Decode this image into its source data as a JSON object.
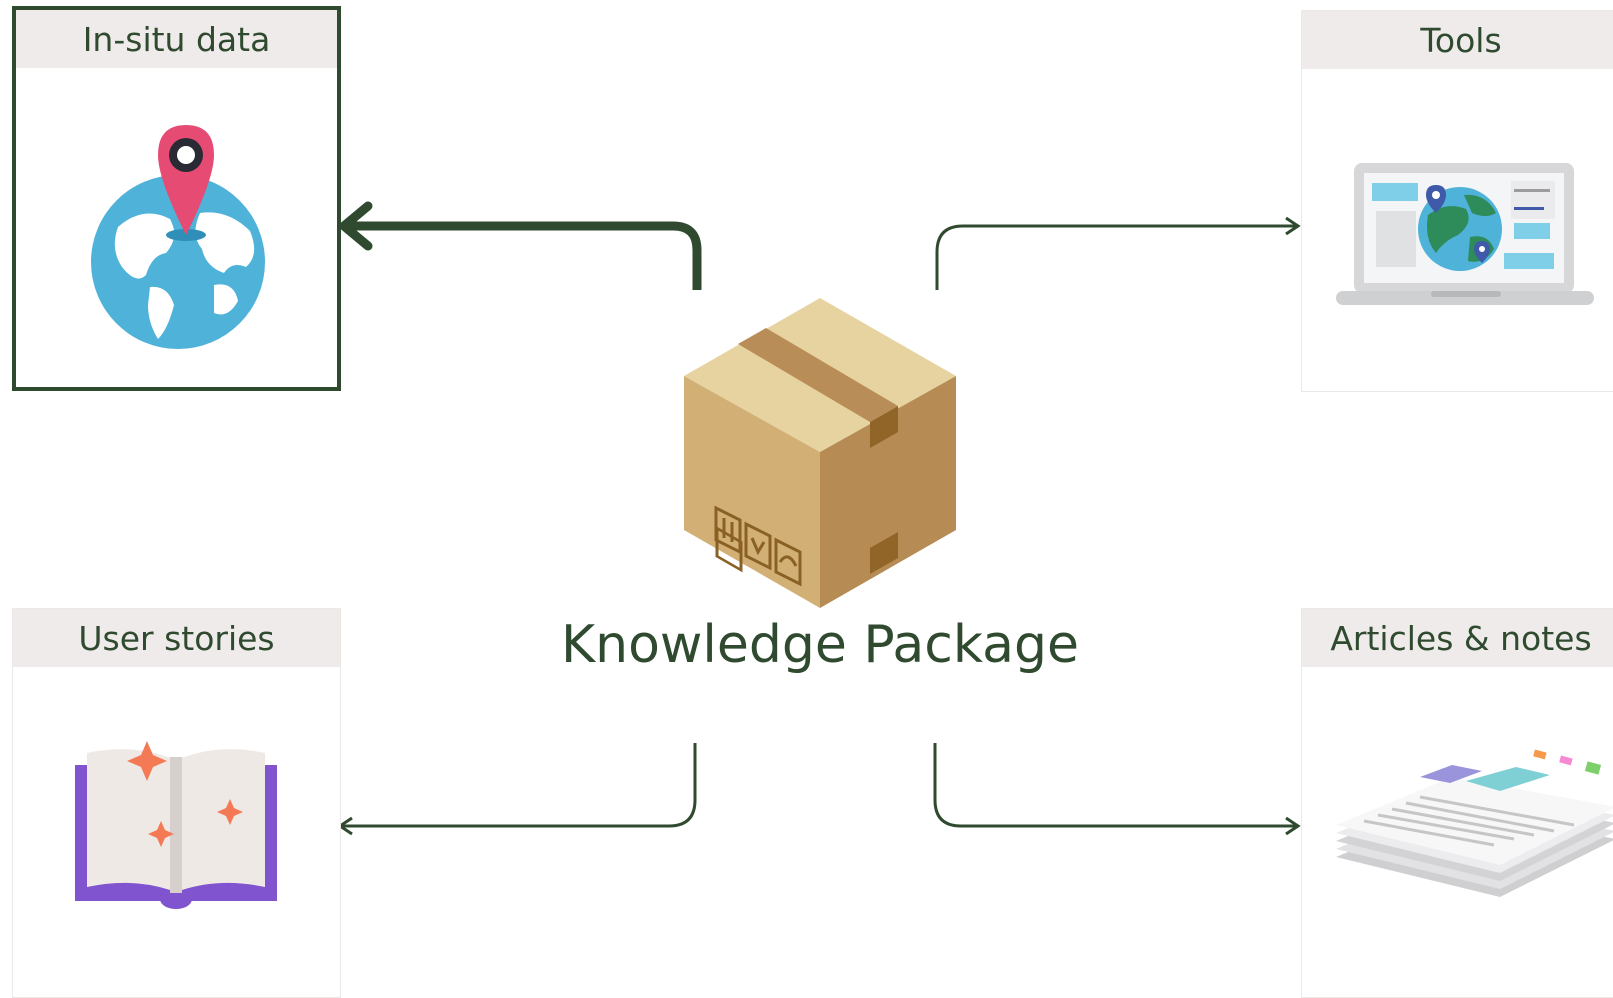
{
  "diagram": {
    "center": {
      "title": "Knowledge Package",
      "icon": "cardboard-box-icon"
    },
    "cards": {
      "in_situ": {
        "label": "In-situ data",
        "icon": "globe-location-pin-icon",
        "selected": true
      },
      "tools": {
        "label": "Tools",
        "icon": "laptop-map-icon"
      },
      "user_stories": {
        "label": "User stories",
        "icon": "open-book-sparkles-icon"
      },
      "articles": {
        "label": "Articles & notes",
        "icon": "paper-stack-icon"
      }
    },
    "colors": {
      "accent": "#2f4a2f",
      "header_bg": "#eeebea",
      "card_border": "#ebe8e6"
    }
  }
}
